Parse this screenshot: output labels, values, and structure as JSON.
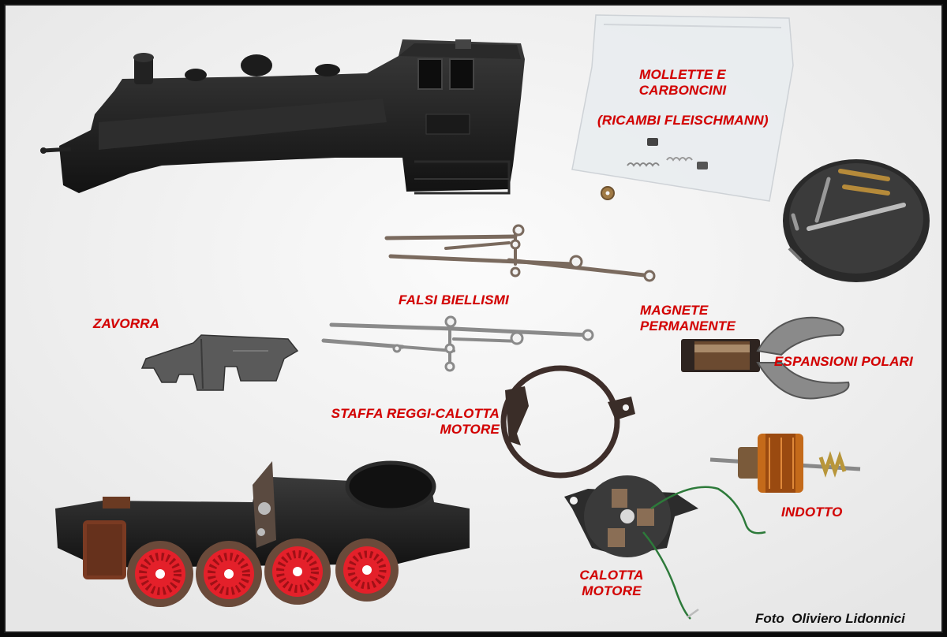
{
  "labels": {
    "mollette_line1": "MOLLETTE E",
    "mollette_line2": "CARBONCINI",
    "ricambi": "(RICAMBI FLEISCHMANN)",
    "falsi_biellismi": "FALSI BIELLISMI",
    "zavorra": "ZAVORRA",
    "magnete_line1": "MAGNETE",
    "magnete_line2": "PERMANENTE",
    "espansioni_polari": "ESPANSIONI POLARI",
    "staffa_line1": "STAFFA REGGI-CALOTTA",
    "staffa_line2": "MOTORE",
    "indotto": "INDOTTO",
    "calotta_line1": "CALOTTA",
    "calotta_line2": "MOTORE"
  },
  "credit": "Foto  Oliviero Lidonnici",
  "colors": {
    "label_red": "#d40000",
    "background": "#f2f2f2",
    "frame": "#0a0a0a",
    "wheel_red": "#e4202a"
  }
}
